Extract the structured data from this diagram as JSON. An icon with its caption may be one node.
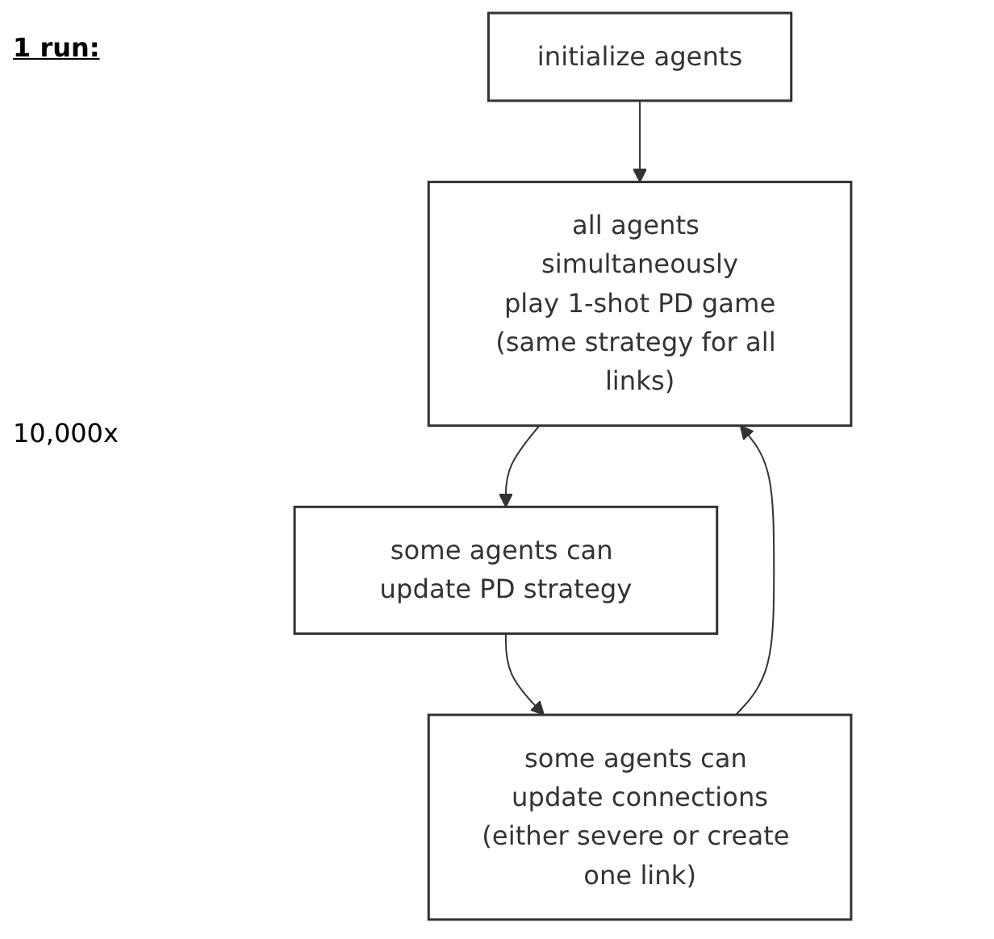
{
  "diagram": {
    "nodes": [
      {
        "text": [
          "initialize agents"
        ]
      },
      {
        "text": [
          "all agents simultaneously",
          "play 1-shot PD game",
          "(same strategy for all links)"
        ]
      },
      {
        "text": [
          "some agents can update PD strategy"
        ]
      },
      {
        "text": [
          "some agents can update connections",
          "(either severe or create one link)"
        ]
      }
    ],
    "edges": [
      {
        "from": 0,
        "to": 1,
        "arrow": "to"
      },
      {
        "from": 1,
        "to": 2,
        "arrow": "to"
      },
      {
        "from": 2,
        "to": 3,
        "arrow": "to"
      },
      {
        "from": 3,
        "to": 1,
        "arrow": "to"
      }
    ],
    "labels": [
      "1 run:",
      "10,000x"
    ]
  }
}
